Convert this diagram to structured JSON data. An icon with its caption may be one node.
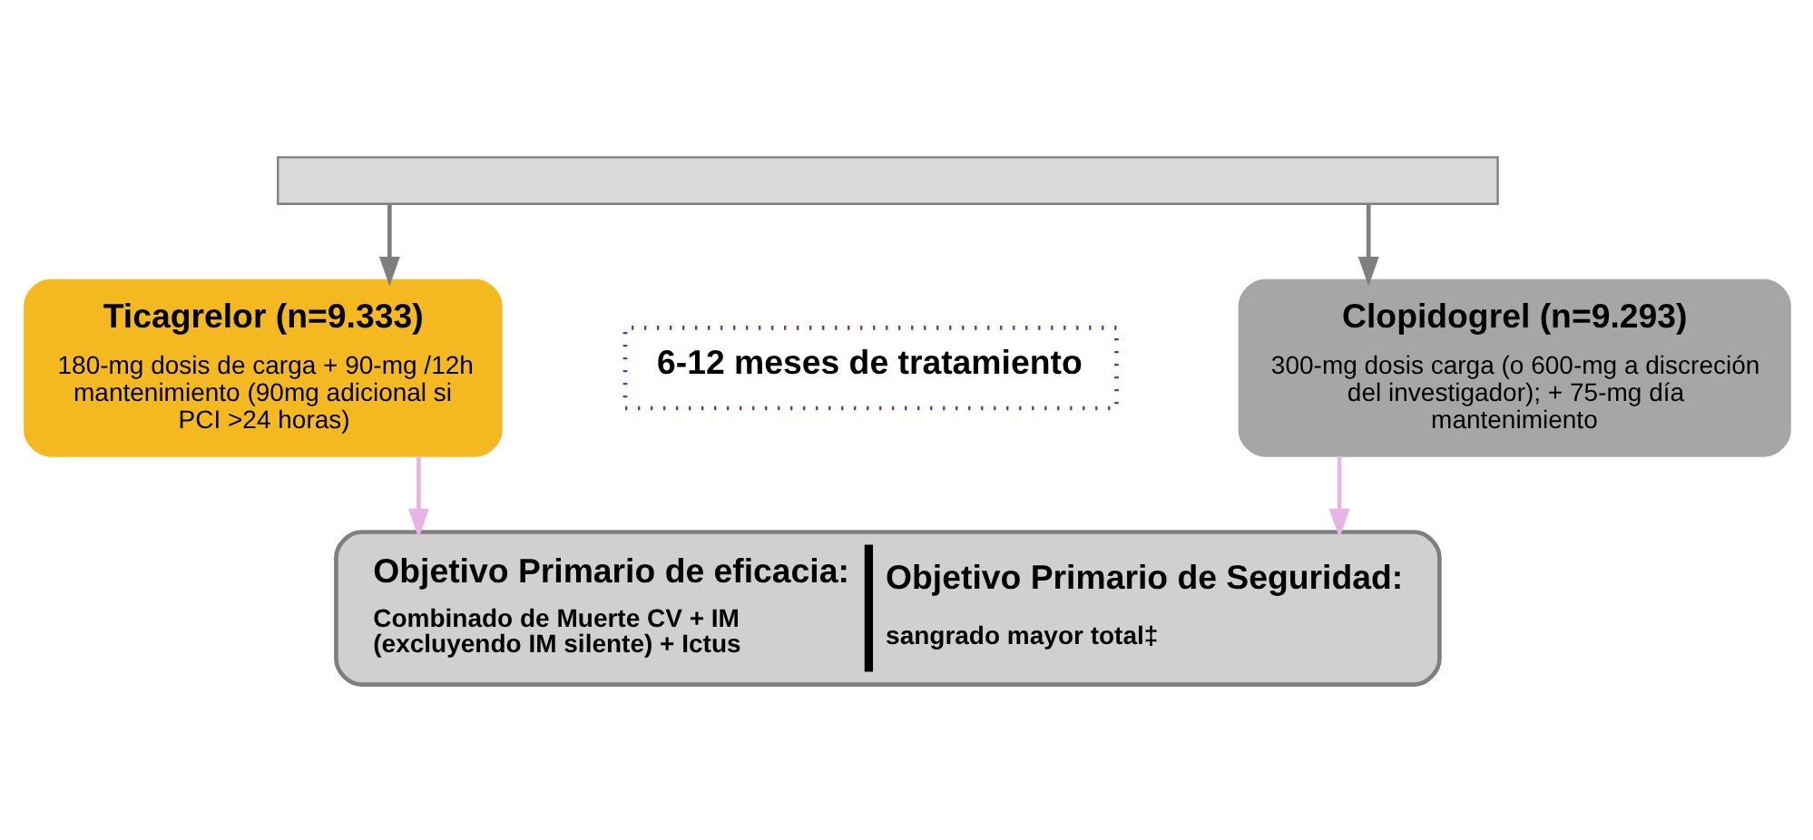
{
  "diagram": {
    "nodes": [
      {
        "text": [],
        "shape": "box"
      },
      {
        "text": [
          "Ticagrelor (n=9.333)",
          "180-mg dosis de carga + 90-mg /12h mantenimiento (90mg adicional si PCI >24 horas)"
        ]
      },
      {
        "text": [
          "Clopidogrel (n=9.293)",
          "300-mg dosis carga (o 600-mg a discreción del investigador); + 75-mg día mantenimiento"
        ]
      },
      {
        "text": [
          "6-12 meses de tratamiento"
        ]
      },
      {
        "text": [
          "Objetivo Primario de eficacia:",
          "Combinado de Muerte CV + IM (excluyendo IM silente) + Ictus",
          "Objetivo Primario de Seguridad:",
          "sangrado mayor total‡"
        ]
      }
    ],
    "edges": [
      {
        "from": 0,
        "to": 1,
        "arrow": "to",
        "color": "#7f7f7f"
      },
      {
        "from": 0,
        "to": 2,
        "arrow": "to",
        "color": "#7f7f7f"
      },
      {
        "from": 1,
        "to": 4,
        "arrow": "to",
        "color": "#e8b4e8"
      },
      {
        "from": 2,
        "to": 4,
        "arrow": "to",
        "color": "#e8b4e8"
      }
    ]
  }
}
